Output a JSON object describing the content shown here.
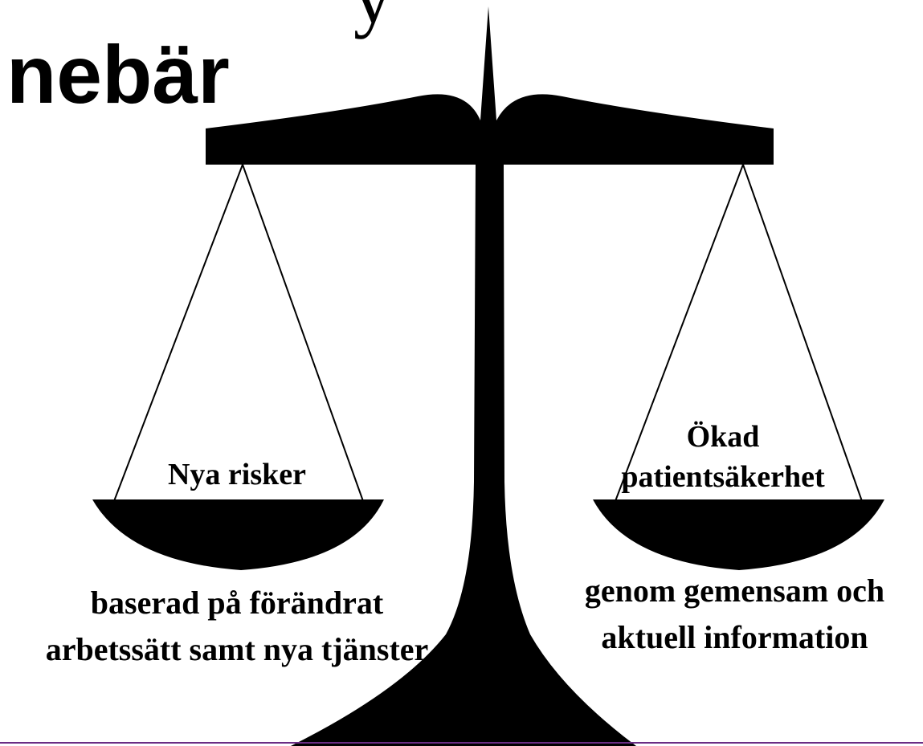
{
  "slide": {
    "title": "nebär",
    "top_fragment": "y"
  },
  "scale": {
    "left_pan_label": "Nya risker",
    "left_description": [
      "baserad på förändrat",
      "arbetssätt samt nya tjänster"
    ],
    "right_pan_label": [
      "Ökad",
      "patientsäkerhet"
    ],
    "right_description": [
      "genom gemensam och",
      "aktuell information"
    ]
  },
  "colors": {
    "scale": "#000000",
    "text": "#000000",
    "accent_line": "#6a2d84"
  }
}
